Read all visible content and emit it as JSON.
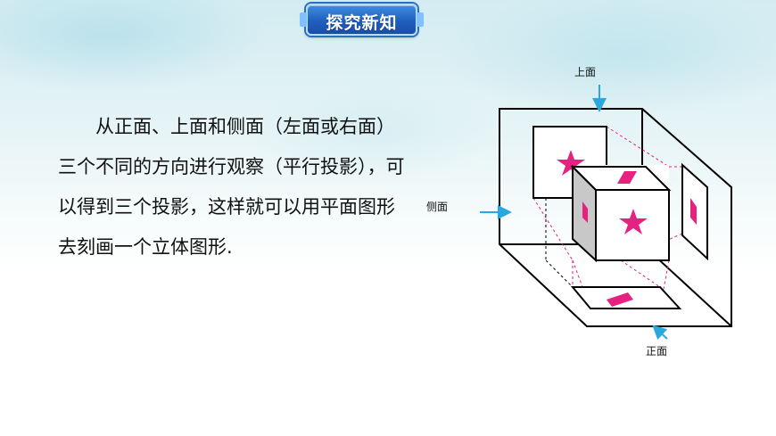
{
  "header": {
    "badge_label": "探究新知"
  },
  "paragraph": "从正面、上面和侧面（左面或右面）三个不同的方向进行观察（平行投影），可以得到三个投影，这样就可以用平面图形去刻画一个立体图形.",
  "diagram": {
    "label_top": "上面",
    "label_side": "侧面",
    "label_front": "正面",
    "colors": {
      "arrow": "#29a8e0",
      "magenta": "#e6217f",
      "cube_shade": "#c8c8c8",
      "line": "#000000"
    },
    "icons": [
      "star-icon",
      "rhombus-icon",
      "arrow-icon"
    ]
  }
}
